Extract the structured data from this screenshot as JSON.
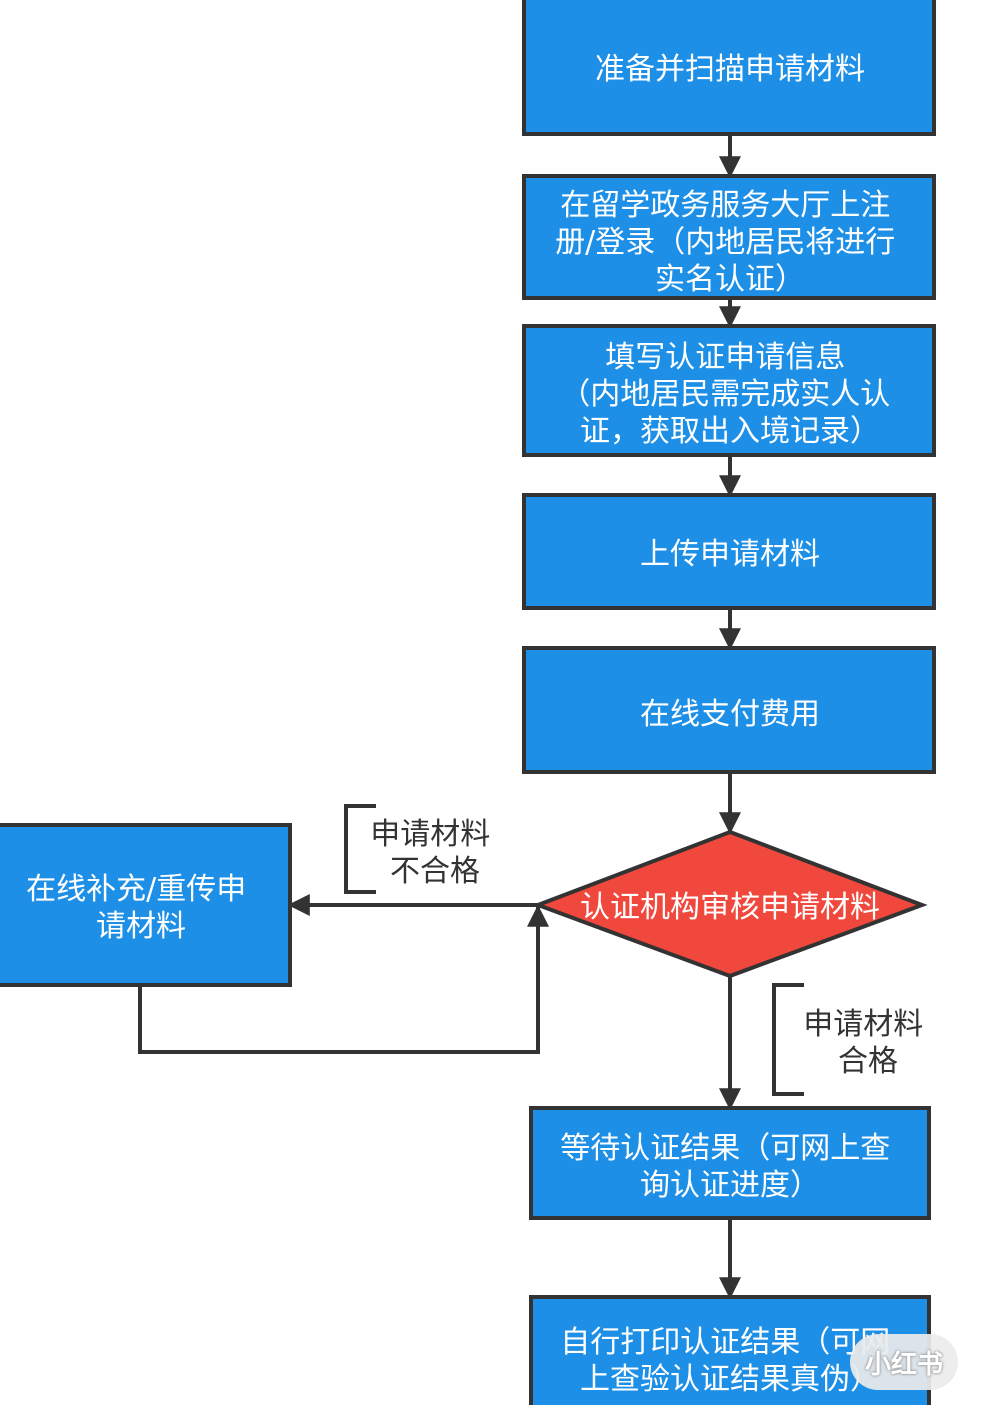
{
  "colors": {
    "box_fill": "#1E8FE6",
    "decision_fill": "#F0483C",
    "stroke": "#333333",
    "box_text": "#ffffff",
    "label_text": "#333333"
  },
  "nodes": {
    "prepare": {
      "lines": [
        "准备并扫描申请材料"
      ]
    },
    "register": {
      "lines": [
        "在留学政务服务大厅上注",
        "册/登录（内地居民将进行",
        "实名认证）"
      ]
    },
    "fill_info": {
      "lines": [
        "填写认证申请信息",
        "（内地居民需完成实人认",
        "证，获取出入境记录）"
      ]
    },
    "upload": {
      "lines": [
        "上传申请材料"
      ]
    },
    "pay": {
      "lines": [
        "在线支付费用"
      ]
    },
    "review": {
      "lines": [
        "认证机构审核申请材料"
      ]
    },
    "resubmit": {
      "lines": [
        "在线补充/重传申",
        "请材料"
      ]
    },
    "wait": {
      "lines": [
        "等待认证结果（可网上查",
        "询认证进度）"
      ]
    },
    "print": {
      "lines": [
        "自行打印认证结果（可网",
        "上查验认证结果真伪）"
      ]
    }
  },
  "labels": {
    "fail": {
      "lines": [
        "申请材料",
        "不合格"
      ]
    },
    "pass": {
      "lines": [
        "申请材料",
        "合格"
      ]
    }
  },
  "watermark": {
    "text": "小红书",
    "icon": "xiaohongshu-logo-icon"
  }
}
